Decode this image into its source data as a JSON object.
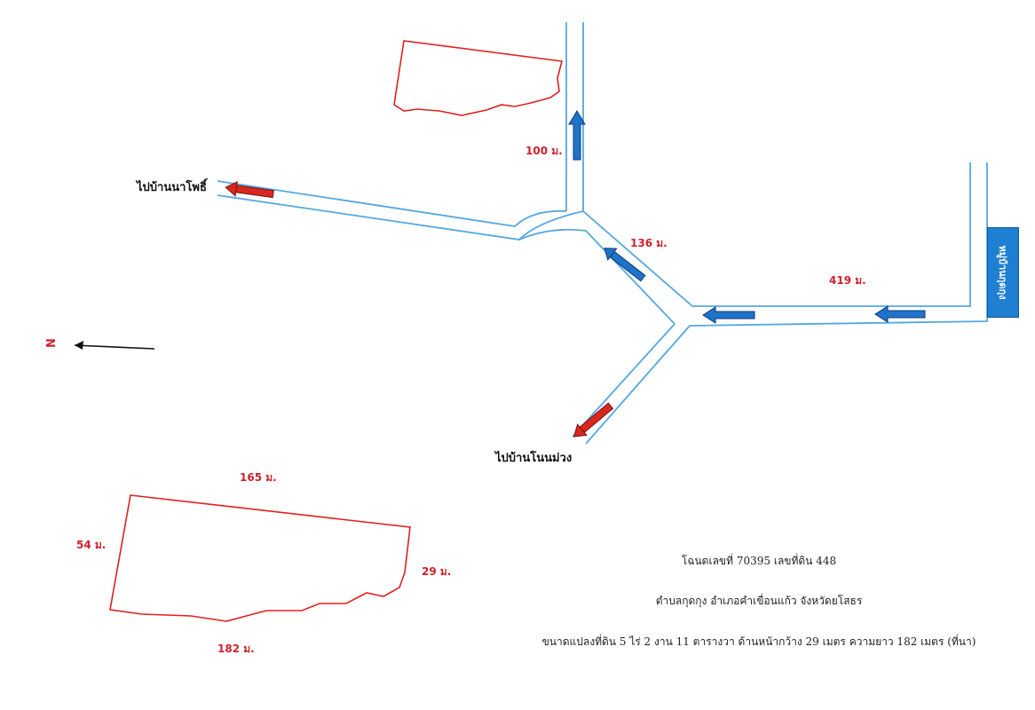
{
  "map": {
    "north_label": "N",
    "destinations": {
      "na_pho": "ไปบ้านนาโพธิ์",
      "non_muang": "ไปบ้านโนนม่วง"
    },
    "village_sign": "หมู่บ้านกุดกุง",
    "distances": {
      "north_road": "100 ม.",
      "junction_road": "136 ม.",
      "main_road": "419 ม."
    },
    "plot": {
      "top_side": "165 ม.",
      "bottom_side": "182 ม.",
      "left_side": "54 ม.",
      "right_side": "29 ม."
    }
  },
  "info": {
    "line1": "โฉนดเลขที่ 70395 เลขที่ดิน 448",
    "line2": "ตำบลกุดกุง อำเภอคำเขื่อนแก้ว จังหวัดยโสธร",
    "line3": "ขนาดแปลงที่ดิน 5 ไร่ 2 งาน 11 ตารางวา ด้านหน้ากว้าง 29 เมตร ความยาว 182 เมตร (ที่นา)"
  },
  "colors": {
    "road_outline": "#55a8e0",
    "plot_outline": "#e02020",
    "arrow_blue": "#1f73c8",
    "arrow_red": "#d8281e"
  }
}
